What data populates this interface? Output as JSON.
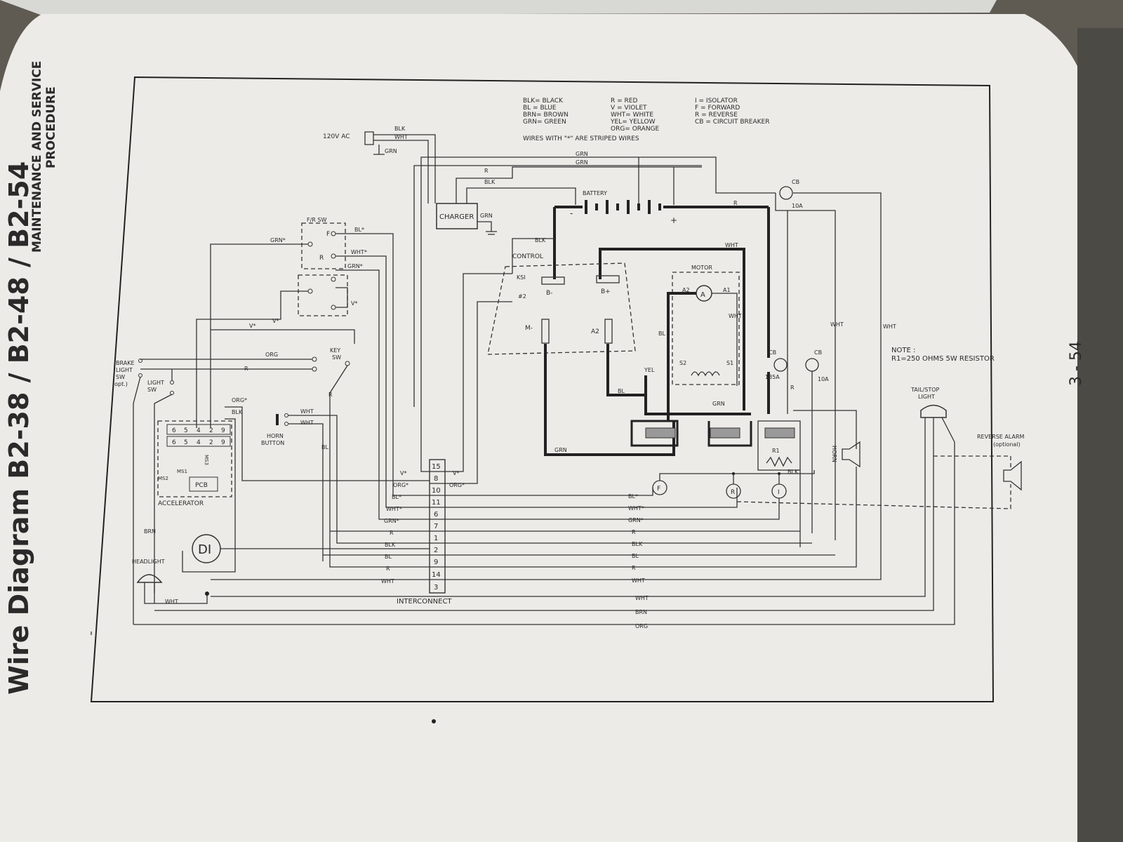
{
  "side_heading": {
    "line1": "MAINTENANCE AND SERVICE",
    "line2": "PROCEDURE"
  },
  "diagram_title": "Wire Diagram B2-38 / B2-48 / B2-54",
  "page_number": "3 - 54",
  "legend": {
    "col1": [
      "BLK= BLACK",
      "BL = BLUE",
      "BRN= BROWN",
      "GRN= GREEN"
    ],
    "col2": [
      "R = RED",
      "V = VIOLET",
      "WHT= WHITE",
      "YEL= YELLOW",
      "ORG= ORANGE"
    ],
    "col3": [
      "I = ISOLATOR",
      "F = FORWARD",
      "R = REVERSE",
      "CB = CIRCUIT BREAKER"
    ],
    "striped_note": "WIRES WITH \"*\" ARE STRIPED WIRES"
  },
  "note": {
    "line1": "NOTE :",
    "line2": "R1=250 OHMS 5W RESISTOR"
  },
  "components": {
    "ac": "120V AC",
    "charger": "CHARGER",
    "battery": "BATTERY",
    "control": "CONTROL",
    "motor": "MOTOR",
    "fr_sw": "F/R SW",
    "key_sw_1": "KEY",
    "key_sw_2": "SW",
    "brake_1": "BRAKE",
    "brake_2": "LIGHT",
    "brake_3": "SW",
    "brake_4": "(opt.)",
    "light_sw_1": "LIGHT",
    "light_sw_2": "SW",
    "horn_button_1": "HORN",
    "horn_button_2": "BUTTON",
    "accelerator": "ACCELERATOR",
    "pcb": "PCB",
    "ms1": "MS1",
    "ms2": "MS2",
    "ms3": "MS3",
    "di": "DI",
    "headlight": "HEADLIGHT",
    "interconnect": "INTERCONNECT",
    "horn": "HORN",
    "tail_stop_1": "TAIL/STOP",
    "tail_stop_2": "LIGHT",
    "reverse_alarm_1": "REVERSE ALARM",
    "reverse_alarm_2": "(optional)",
    "cb_top": "CB",
    "cb_top_rating": "10A",
    "cb_mid": "CB",
    "cb_mid_rating": "135A",
    "cb_right": "CB",
    "cb_right_rating": "10A",
    "r1": "R1",
    "ksi": "KSI",
    "pin2": "#2",
    "b_minus": "B-",
    "b_plus": "B+",
    "m_minus": "M-",
    "a2_ctrl": "A2",
    "a2_motor": "A2",
    "a1_motor": "A1",
    "armature": "A",
    "s2": "S2",
    "s1": "S1",
    "relay_f": "F",
    "relay_r": "R",
    "relay_i": "I",
    "fr_f": "F",
    "fr_r": "R",
    "batt_minus": "-",
    "batt_plus": "+"
  },
  "wire_labels": {
    "blk": "BLK",
    "wht": "WHT",
    "grn": "GRN",
    "r": "R",
    "bl": "BL",
    "yel": "YEL",
    "org": "ORG",
    "brn": "BRN",
    "v": "V",
    "bl_s": "BL*",
    "wht_s": "WHT*",
    "grn_s": "GRN*",
    "v_s": "V*",
    "org_s": "ORG*"
  },
  "interconnect_pins": [
    "15",
    "8",
    "10",
    "11",
    "6",
    "7",
    "1",
    "2",
    "9",
    "14",
    "3"
  ],
  "interconnect_left_labels": [
    "V*",
    "ORG*",
    "BL*",
    "WHT*",
    "GRN*",
    "R",
    "BLK",
    "BL",
    "R",
    "WHT"
  ],
  "interconnect_right_labels": [
    "V*",
    "ORG*"
  ],
  "bottom_right_labels": [
    "BL*",
    "WHT*",
    "GRN*",
    "R",
    "BLK",
    "BL",
    "R",
    "WHT",
    "WHT",
    "BRN",
    "ORG"
  ],
  "accel_top_pins": [
    "6",
    "5",
    "4",
    "2",
    "9"
  ],
  "accel_bot_pins": [
    "6",
    "5",
    "4",
    "2",
    "9"
  ]
}
